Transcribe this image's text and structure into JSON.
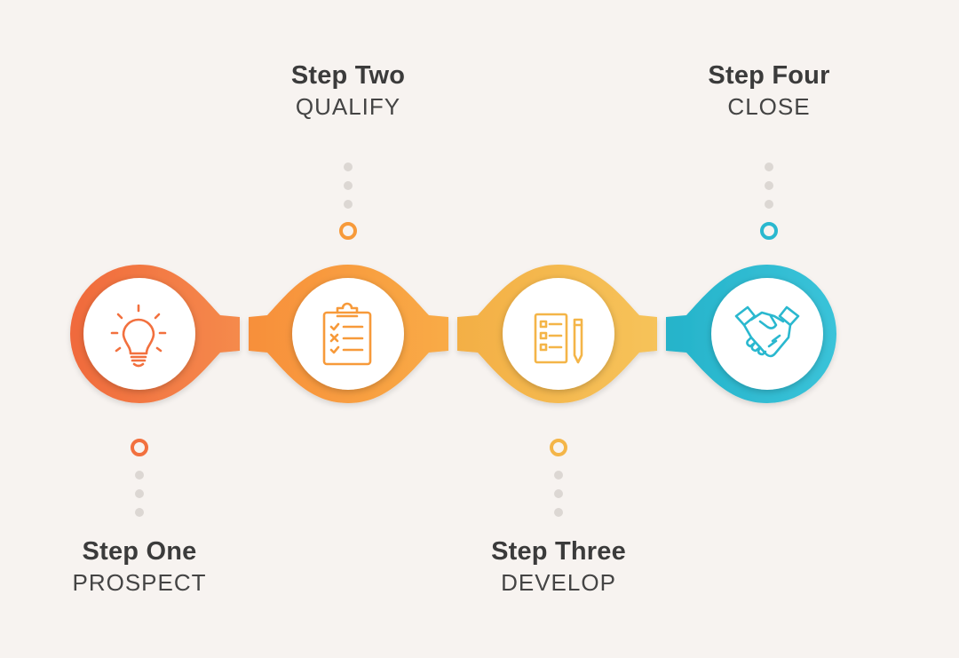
{
  "steps": [
    {
      "title": "Step One",
      "subtitle": "PROSPECT",
      "color": "#f2703e",
      "color_light": "#f58a4c",
      "icon": "lightbulb-icon",
      "label_position": "bottom"
    },
    {
      "title": "Step Two",
      "subtitle": "QUALIFY",
      "color": "#f79a3a",
      "color_light": "#f9ad45",
      "icon": "clipboard-checklist-icon",
      "label_position": "top"
    },
    {
      "title": "Step Three",
      "subtitle": "DEVELOP",
      "color": "#f4b548",
      "color_light": "#f6c55a",
      "icon": "list-pencil-icon",
      "label_position": "bottom"
    },
    {
      "title": "Step Four",
      "subtitle": "CLOSE",
      "color": "#2ab8cf",
      "color_light": "#3cc6dc",
      "icon": "handshake-icon",
      "label_position": "top"
    }
  ],
  "colors": {
    "background": "#f7f3f0",
    "dots": "#dcd7d3",
    "text": "#3b3b3b"
  }
}
